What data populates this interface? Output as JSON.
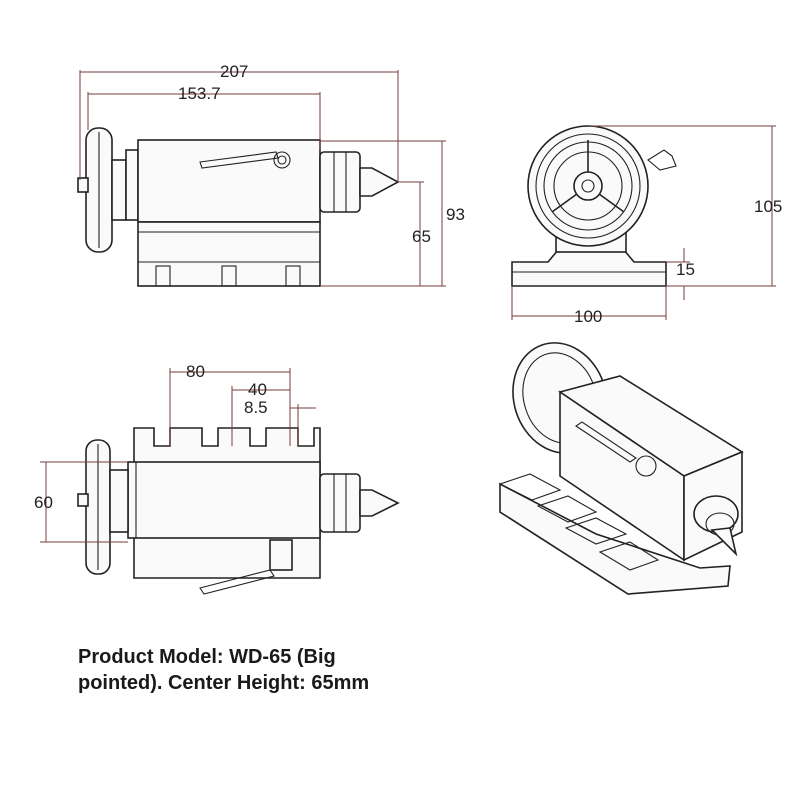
{
  "caption": {
    "text": "Product Model: WD-65 (Big pointed). Center Height: 65mm"
  },
  "front_view": {
    "dims": {
      "overall_length": "207",
      "spindle_length": "153.7",
      "total_height": "93",
      "center_height": "65"
    }
  },
  "end_view": {
    "dims": {
      "height": "105",
      "base_thickness": "15",
      "base_width": "100"
    }
  },
  "top_view": {
    "dims": {
      "slot_span": "80",
      "slot_pitch": "40",
      "slot_width": "8.5",
      "body_width": "60"
    }
  },
  "colors": {
    "line": "#222222",
    "dimension_line": "#7a3b3b"
  }
}
